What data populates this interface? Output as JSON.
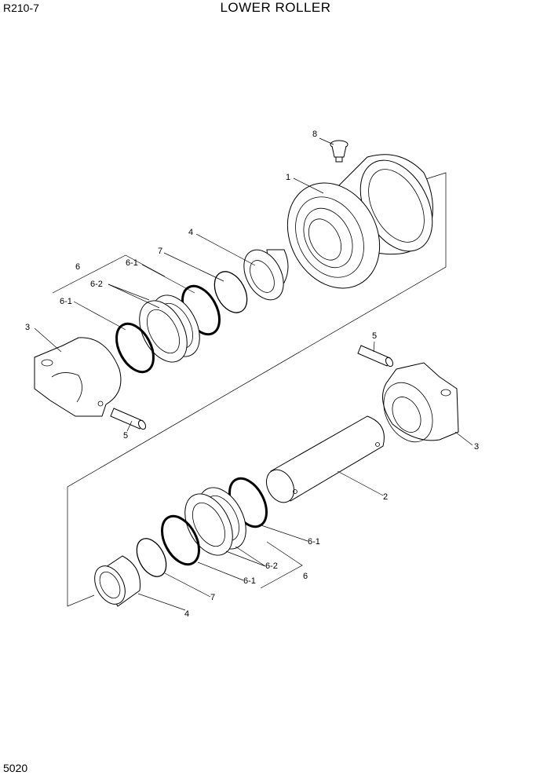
{
  "header": {
    "model": "R210-7",
    "title": "LOWER ROLLER"
  },
  "footer": {
    "page_number": "5020"
  },
  "callouts": {
    "p1": "1",
    "p2": "2",
    "p3a": "3",
    "p3b": "3",
    "p4a": "4",
    "p4b": "4",
    "p5a": "5",
    "p5b": "5",
    "p6a": "6",
    "p6b": "6",
    "p61a": "6-1",
    "p61b": "6-1",
    "p61c": "6-1",
    "p61d": "6-1",
    "p62a": "6-2",
    "p62b": "6-2",
    "p7a": "7",
    "p7b": "7",
    "p8": "8"
  }
}
